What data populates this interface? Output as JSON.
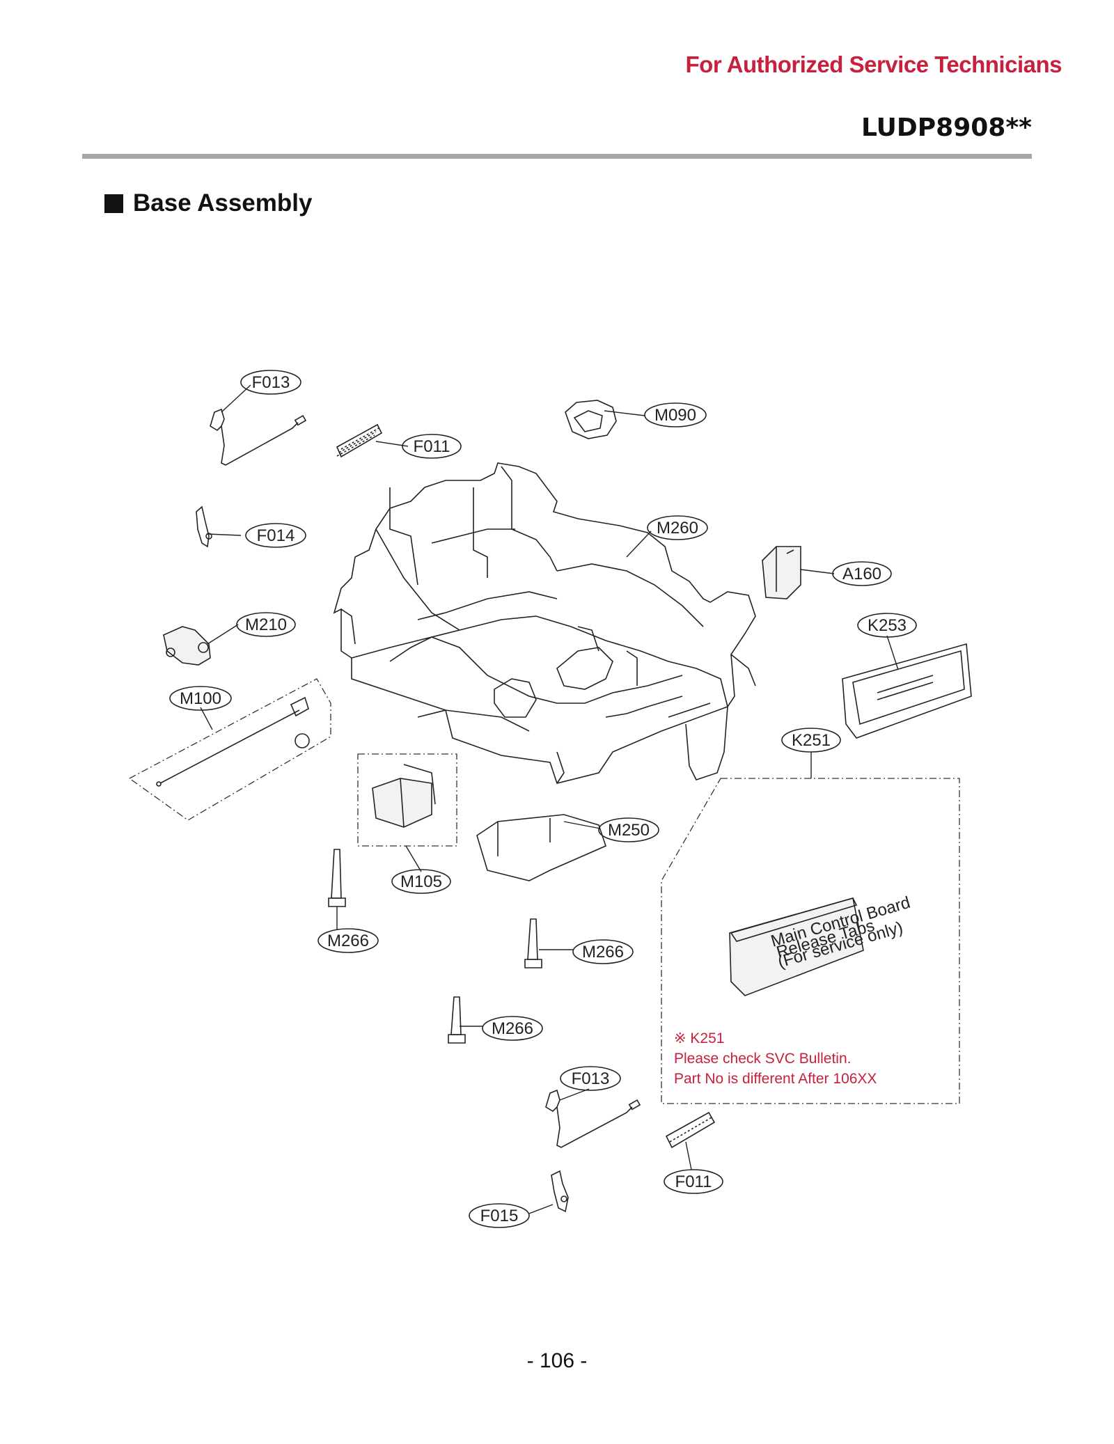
{
  "header": {
    "audience": "For Authorized Service Technicians",
    "model": "LUDP8908**"
  },
  "section_title": "Base Assembly",
  "callouts": [
    {
      "id": "f013-top",
      "text": "F013"
    },
    {
      "id": "m090",
      "text": "M090"
    },
    {
      "id": "f011-top",
      "text": "F011"
    },
    {
      "id": "f014",
      "text": "F014"
    },
    {
      "id": "m260",
      "text": "M260"
    },
    {
      "id": "a160",
      "text": "A160"
    },
    {
      "id": "m210",
      "text": "M210"
    },
    {
      "id": "k253",
      "text": "K253"
    },
    {
      "id": "m100",
      "text": "M100"
    },
    {
      "id": "k251",
      "text": "K251"
    },
    {
      "id": "m250",
      "text": "M250"
    },
    {
      "id": "m105",
      "text": "M105"
    },
    {
      "id": "m266-a",
      "text": "M266"
    },
    {
      "id": "m266-b",
      "text": "M266"
    },
    {
      "id": "m266-c",
      "text": "M266"
    },
    {
      "id": "f013-bottom",
      "text": "F013"
    },
    {
      "id": "f011-bottom",
      "text": "F011"
    },
    {
      "id": "f015",
      "text": "F015"
    }
  ],
  "board_labels": [
    "Main Control Board",
    "Release Tabs",
    "(For service only)"
  ],
  "note": {
    "line1": "※ K251",
    "line2": "Please check SVC Bulletin.",
    "line3": "Part No is different After 106XX"
  },
  "page_number": "- 106 -"
}
